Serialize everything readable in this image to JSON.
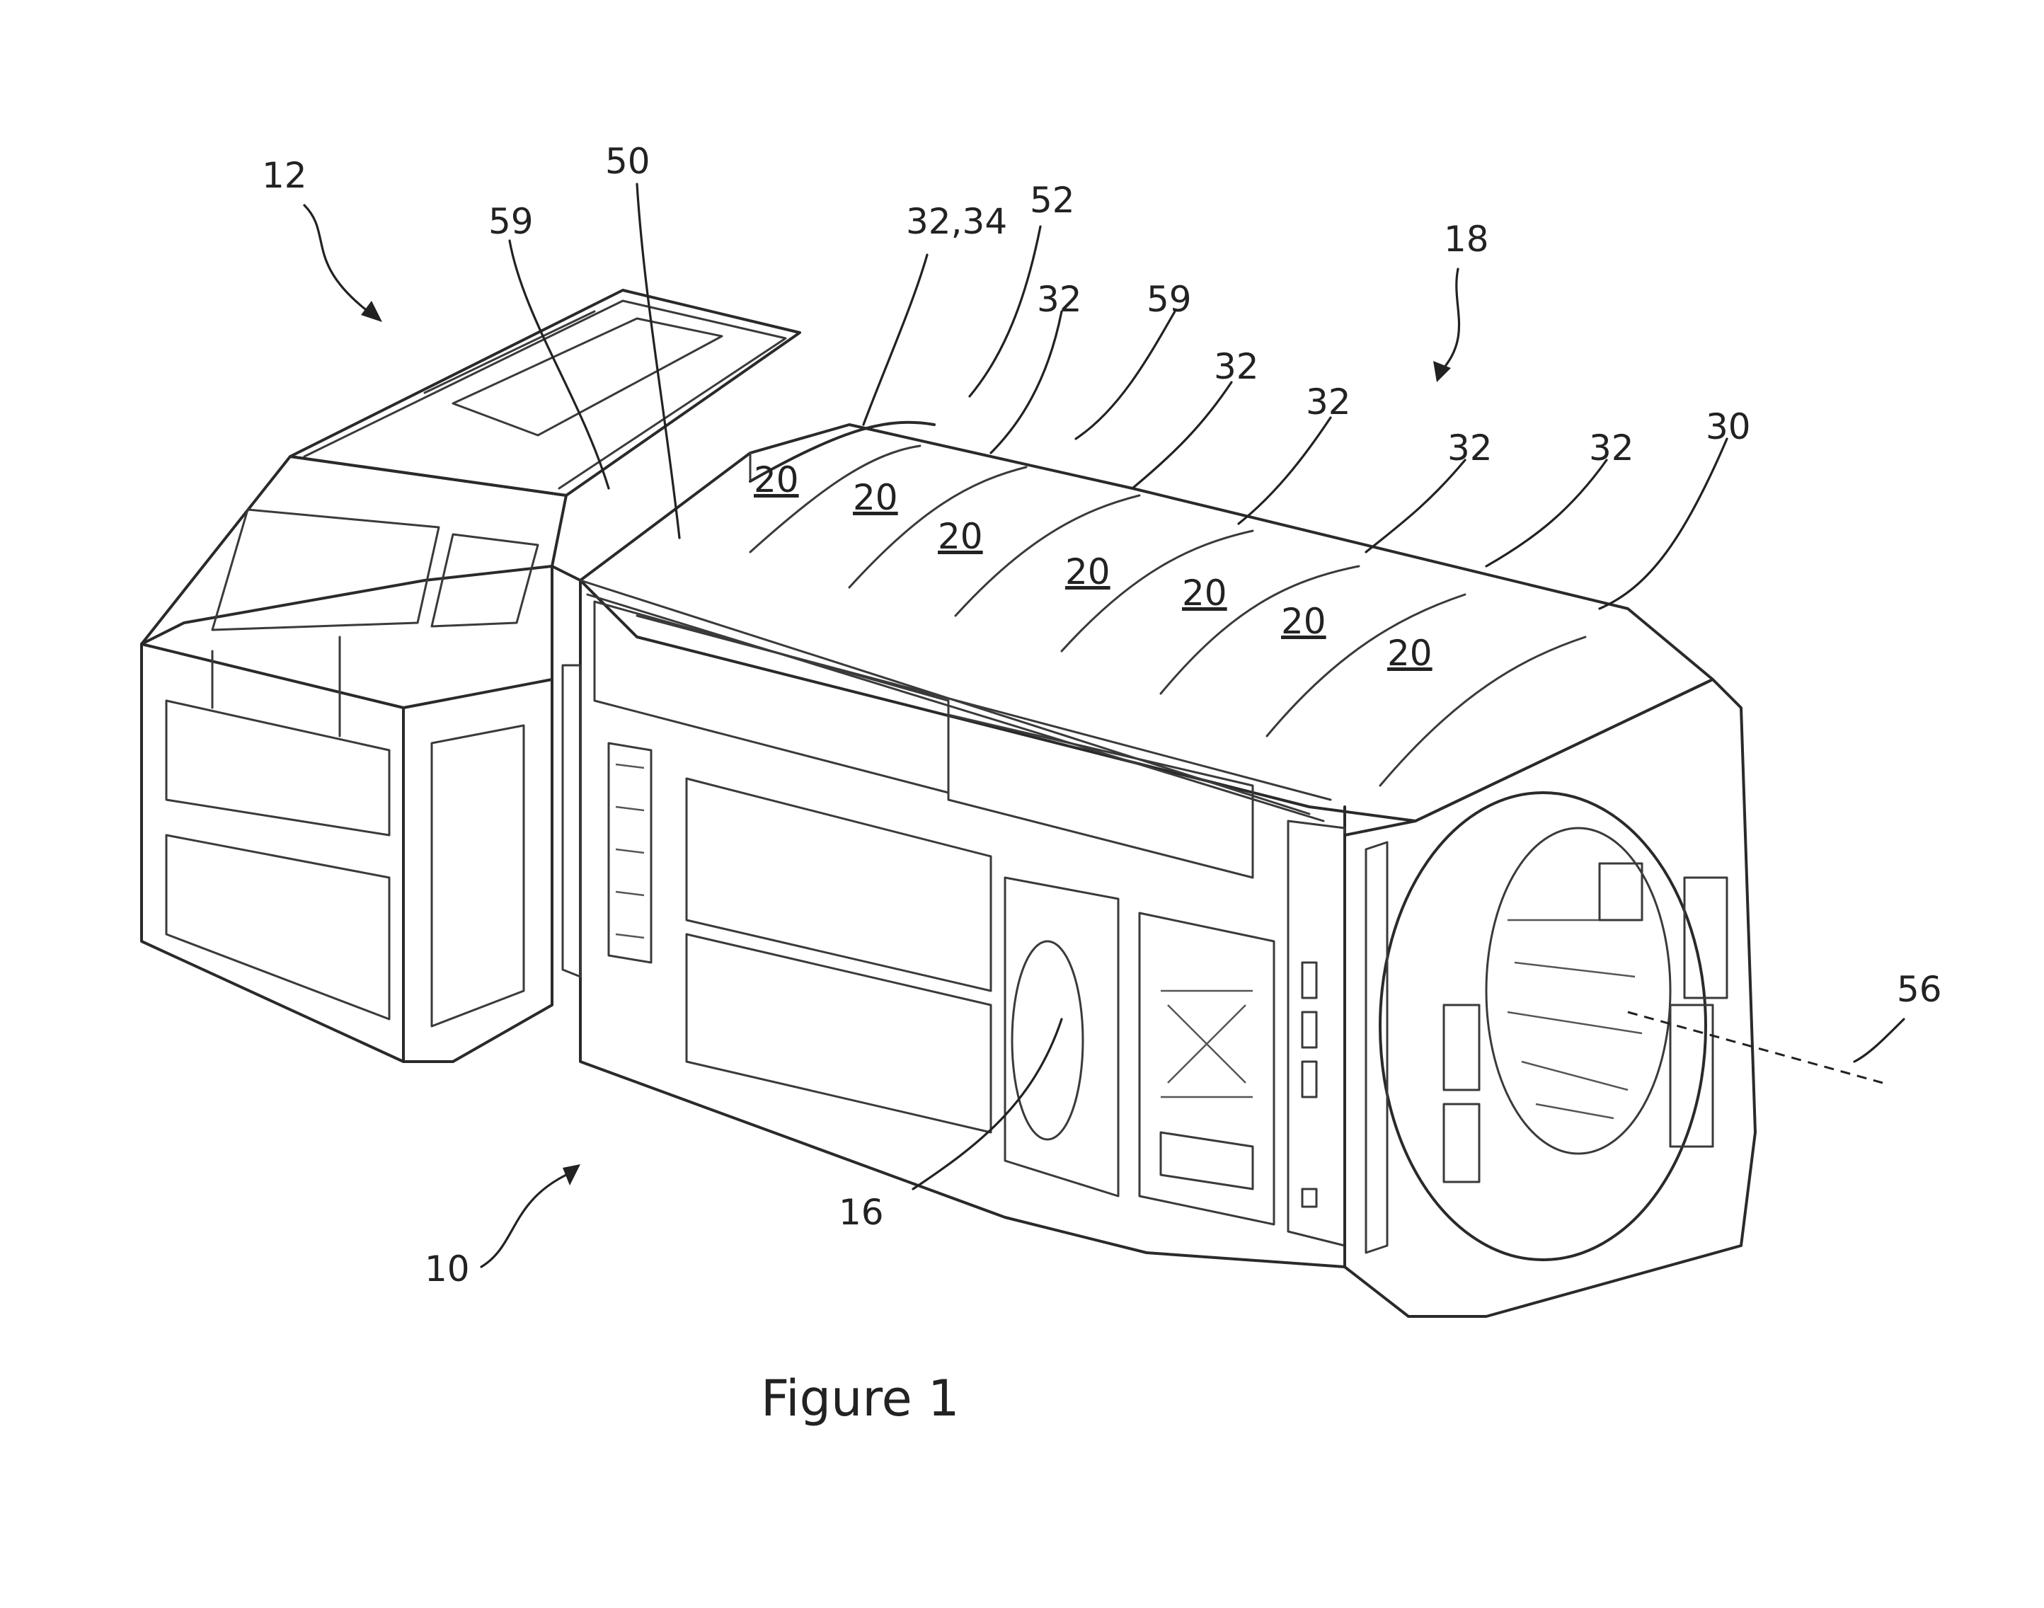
{
  "figure": {
    "caption": "Figure 1"
  },
  "labels": {
    "ref_12": "12",
    "ref_50": "50",
    "ref_59_left": "59",
    "ref_32_34": "32,34",
    "ref_52": "52",
    "ref_18": "18",
    "ref_32_a": "32",
    "ref_59_right": "59",
    "ref_32_b": "32",
    "ref_32_c": "32",
    "ref_32_d": "32",
    "ref_32_e": "32",
    "ref_30": "30",
    "ref_56": "56",
    "ref_16": "16",
    "ref_10": "10",
    "ref_20_a": "20",
    "ref_20_b": "20",
    "ref_20_c": "20",
    "ref_20_d": "20",
    "ref_20_e": "20",
    "ref_20_f": "20",
    "ref_20_g": "20"
  }
}
